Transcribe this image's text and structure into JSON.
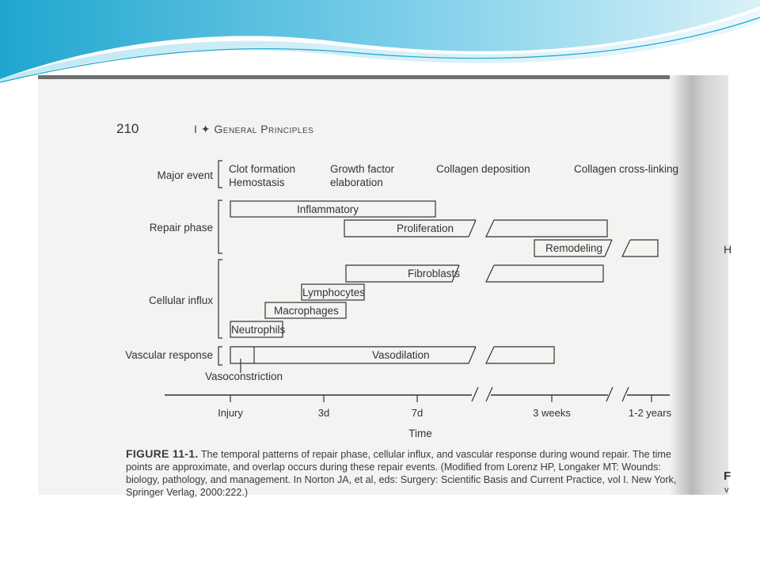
{
  "page_number": "210",
  "running_head": "I ✦ General Principles",
  "major_event": {
    "label": "Major event",
    "events": [
      "Clot formation",
      "Hemostasis",
      "Growth factor",
      "elaboration",
      "Collagen deposition",
      "Collagen cross-linking"
    ]
  },
  "rows": {
    "repair_phase": "Repair phase",
    "cellular_influx": "Cellular influx",
    "vascular_response": "Vascular response"
  },
  "bars": {
    "inflammatory": "Inflammatory",
    "proliferation": "Proliferation",
    "remodeling": "Remodeling",
    "fibroblasts": "Fibroblasts",
    "lymphocytes": "Lymphocytes",
    "macrophages": "Macrophages",
    "neutrophils": "Neutrophils",
    "vasodilation": "Vasodilation",
    "vasoconstriction": "Vasoconstriction"
  },
  "axis": {
    "ticks": [
      "Injury",
      "3d",
      "7d",
      "3 weeks",
      "1-2 years"
    ],
    "title": "Time"
  },
  "caption": {
    "label": "FIGURE 11-1.",
    "text": "The temporal patterns of repair phase, cellular influx, and vascular response during wound repair. The time points are approximate, and overlap occurs during these repair events. (Modified from Lorenz HP, Longaker MT: Wounds: biology, pathology, and management. In Norton JA, et al, eds: Surgery: Scientific Basis and Current Practice, vol I. New York, Springer Verlag, 2000:222.)"
  },
  "edge_glyphs": [
    "H",
    "F",
    "v"
  ],
  "colors": {
    "swoosh_dark": "#1fa6cf",
    "swoosh_light": "#bfe8f4",
    "ink": "#333333",
    "page_bg": "#f4f3f1"
  }
}
